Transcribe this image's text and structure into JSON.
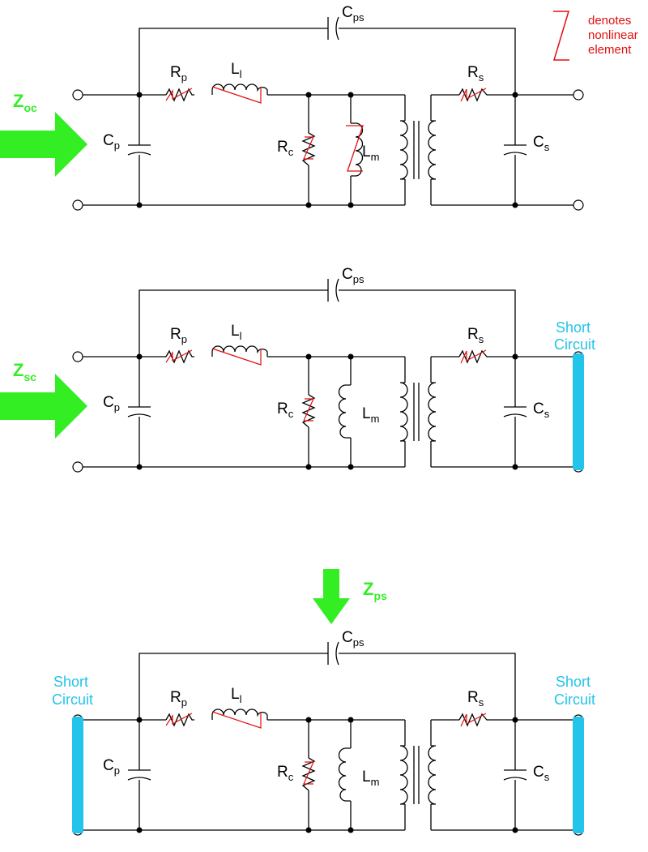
{
  "colors": {
    "wire": "#000000",
    "nonlinear": "#e01010",
    "arrow": "#33ee22",
    "short": "#22c4ea"
  },
  "legend": {
    "lines": [
      "denotes",
      "nonlinear",
      "element"
    ]
  },
  "labels": {
    "cp": {
      "main": "C",
      "sub": "p"
    },
    "rp": {
      "main": "R",
      "sub": "p"
    },
    "ll": {
      "main": "L",
      "sub": "l"
    },
    "rc": {
      "main": "R",
      "sub": "c"
    },
    "lm": {
      "main": "L",
      "sub": "m"
    },
    "rs": {
      "main": "R",
      "sub": "s"
    },
    "cs": {
      "main": "C",
      "sub": "s"
    },
    "cps": {
      "main": "C",
      "sub": "ps"
    }
  },
  "short_circuit": [
    "Short",
    "Circuit"
  ],
  "panels": [
    {
      "id": "open-circuit",
      "impedance": {
        "main": "Z",
        "sub": "oc"
      }
    },
    {
      "id": "short-circuit",
      "impedance": {
        "main": "Z",
        "sub": "sc"
      }
    },
    {
      "id": "primary-secondary",
      "impedance": {
        "main": "Z",
        "sub": "ps"
      }
    }
  ]
}
